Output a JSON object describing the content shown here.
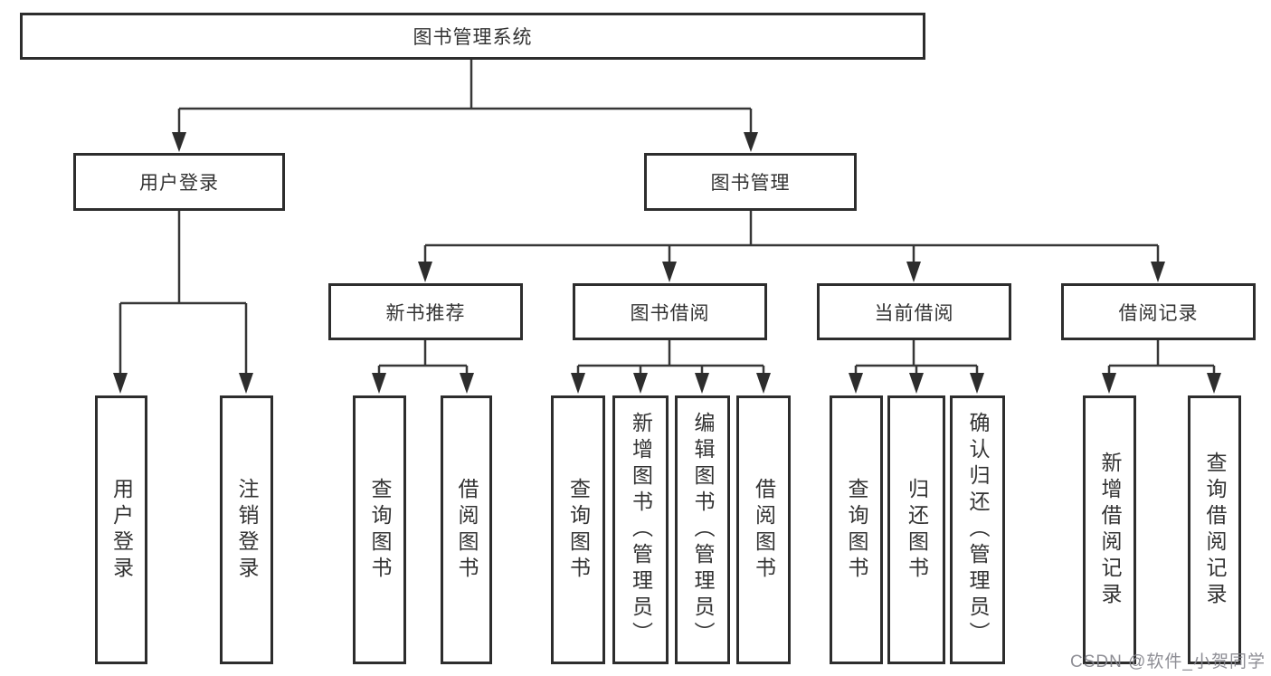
{
  "tree": {
    "label": "图书管理系统",
    "children": [
      {
        "label": "用户登录",
        "children": [
          {
            "label": "用户登录"
          },
          {
            "label": "注销登录"
          }
        ]
      },
      {
        "label": "图书管理",
        "children": [
          {
            "label": "新书推荐",
            "children": [
              {
                "label": "查询图书"
              },
              {
                "label": "借阅图书"
              }
            ]
          },
          {
            "label": "图书借阅",
            "children": [
              {
                "label": "查询图书"
              },
              {
                "label": "新增图书（管理员）"
              },
              {
                "label": "编辑图书（管理员）"
              },
              {
                "label": "借阅图书"
              }
            ]
          },
          {
            "label": "当前借阅",
            "children": [
              {
                "label": "查询图书"
              },
              {
                "label": "归还图书"
              },
              {
                "label": "确认归还（管理员）"
              }
            ]
          },
          {
            "label": "借阅记录",
            "children": [
              {
                "label": "新增借阅记录"
              },
              {
                "label": "查询借阅记录"
              }
            ]
          }
        ]
      }
    ]
  },
  "watermark": {
    "text": "CSDN @软件_小贺同学"
  },
  "colors": {
    "background": "#ffffff",
    "box_border": "#2d2d2d",
    "line": "#373737",
    "text": "#333333",
    "watermark": "#84848c"
  }
}
